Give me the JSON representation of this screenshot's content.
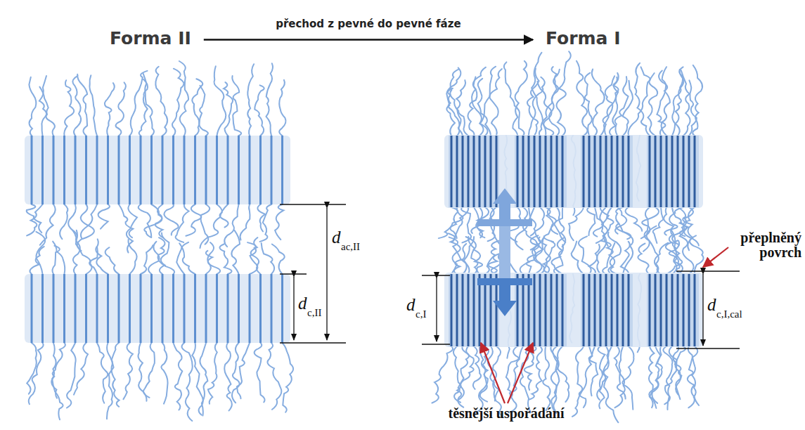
{
  "diagram": {
    "nodes": [
      {
        "text": [
          "Forma II"
        ]
      },
      {
        "text": [
          "Forma I"
        ]
      }
    ],
    "edges": [
      {
        "from": 0,
        "to": 1,
        "arrow": "to",
        "label": "přechod z pevné do pevné fáze"
      }
    ],
    "labels": [
      "d",
      "ac,II",
      "d",
      "c,II",
      "d",
      "c,I",
      "d",
      "c,I,cal",
      "přeplněný povrch",
      "těsnější uspořádání"
    ]
  }
}
